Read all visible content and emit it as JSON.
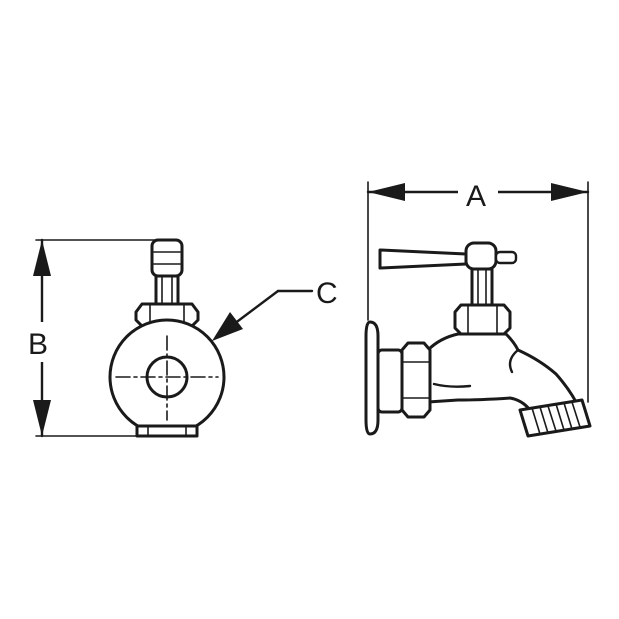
{
  "labels": {
    "width_dimension": "A",
    "height_dimension": "B",
    "callout": "C"
  },
  "colors": {
    "line": "#1a1a1a",
    "background": "#ffffff"
  }
}
